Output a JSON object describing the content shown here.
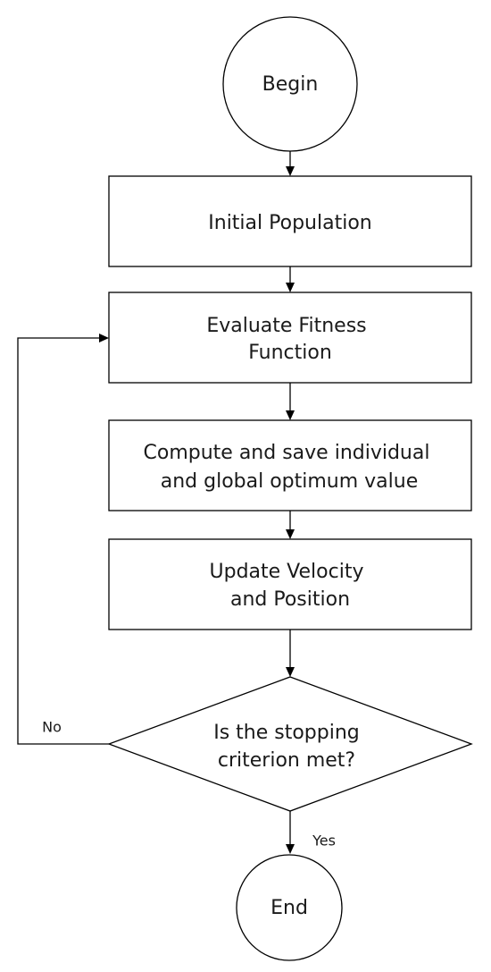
{
  "diagram": {
    "nodes": {
      "begin": "Begin",
      "initial_population": "Initial Population",
      "evaluate_fitness_line1": "Evaluate Fitness",
      "evaluate_fitness_line2": "Function",
      "compute_save_line1": "Compute and save individual",
      "compute_save_line2": "and global optimum value",
      "update_line1": "Update Velocity",
      "update_line2": "and Position",
      "decision_line1": "Is the stopping",
      "decision_line2": "criterion met?",
      "end": "End"
    },
    "edges": {
      "no_label": "No",
      "yes_label": "Yes"
    },
    "colors": {
      "stroke": "#000000",
      "fill": "#ffffff",
      "text": "#1a1a1a"
    }
  }
}
